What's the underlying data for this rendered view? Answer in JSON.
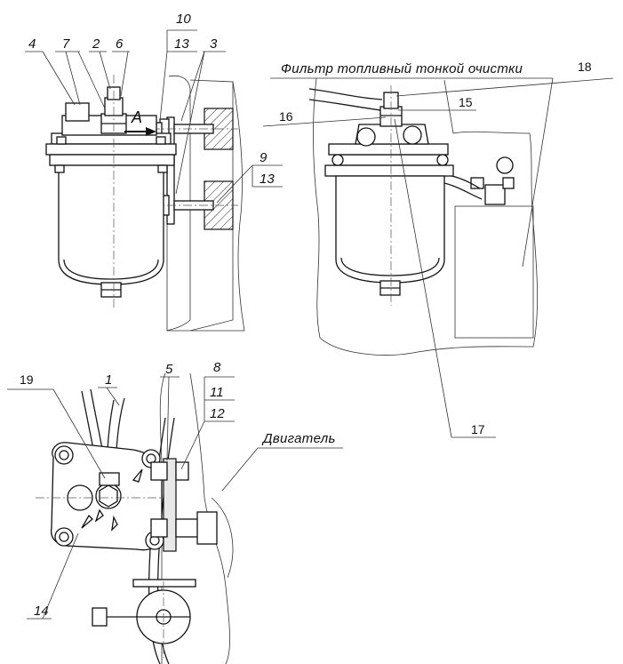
{
  "captions": {
    "fine_filter": "Фильтр топливный тонкой очистки",
    "engine": "Двигатель",
    "view_a": "А"
  },
  "callouts": {
    "c1": "1",
    "c2": "2",
    "c3": "3",
    "c4": "4",
    "c5": "5",
    "c6": "6",
    "c7": "7",
    "c8": "8",
    "c9": "9",
    "c10": "10",
    "c11": "11",
    "c12": "12",
    "c13a": "13",
    "c13b": "13",
    "c14": "14",
    "c15": "15",
    "c16": "16",
    "c17": "17",
    "c18": "18",
    "c19": "19"
  }
}
